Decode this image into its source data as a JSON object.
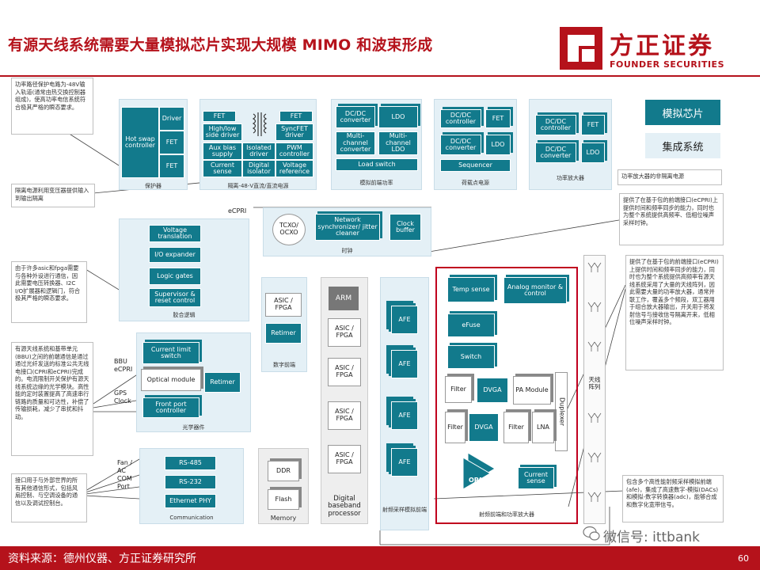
{
  "header": {
    "title": "有源天线系统需要大量模拟芯片实现大规模  MIMO 和波束形成",
    "logo_cn": "方正证券",
    "logo_en": "FOUNDER SECURITIES"
  },
  "legend": {
    "analog": "模拟芯片",
    "integrated": "集成系统"
  },
  "groups": {
    "protect": {
      "hot_swap": "Hot swap controller",
      "driver": "Driver",
      "fet1": "FET",
      "fet2": "FET",
      "label": "保护器"
    },
    "isolate": {
      "fet_l": "FET",
      "fet_r": "FET",
      "hl_driver": "High/low side driver",
      "sync_driver": "SyncFET driver",
      "aux": "Aux bias supply",
      "iso_driver": "Isolated driver",
      "pwm": "PWM controller",
      "current_sense": "Current sense",
      "digital_iso": "Digital isolator",
      "vref": "Voltage reference",
      "label": "隔离-48-V直流/直流电源"
    },
    "analog_fe": {
      "dcdc": "DC/DC converter",
      "ldo1": "LDO",
      "multi_conv": "Multi-channel converter",
      "multi_ldo": "Multi-channel LDO",
      "load_switch": "Load switch",
      "label": "模拟前端功率"
    },
    "pol": {
      "dcdc1": "DC/DC controller",
      "fet": "FET",
      "dcdc2": "DC/DC converter",
      "ldo": "LDO",
      "sequencer": "Sequencer",
      "label": "荷载点电源"
    },
    "pa_power": {
      "dcdc1": "DC/DC controller",
      "fet": "FET",
      "dcdc2": "DC/DC converter",
      "ldo": "LDO",
      "label": "功率放大器"
    },
    "clock": {
      "ecpri": "eCPRI",
      "tcxo": "TCXO/ OCXO",
      "sync": "Network synchronizer/ jitter cleaner",
      "buffer": "Clock buffer",
      "label": "时钟"
    },
    "glue": {
      "vtrans": "Voltage translation",
      "io": "I/O expander",
      "logic": "Logic gates",
      "supervisor": "Supervisor & reset control",
      "label": "胶合逻辑"
    },
    "digital_fe": {
      "asic": "ASIC / FPGA",
      "retimer": "Retimer",
      "label": "数字前端"
    },
    "baseband": {
      "arm": "ARM",
      "asic1": "ASIC / FPGA",
      "asic2": "ASIC / FPGA",
      "asic3": "ASIC / FPGA",
      "asic4": "ASIC / FPGA",
      "label": "Digital baseband processor"
    },
    "afe": {
      "a1": "AFE",
      "a2": "AFE",
      "a3": "AFE",
      "a4": "AFE",
      "label": "射频采样模拟前端"
    },
    "optical": {
      "bbu": "BBU eCPRI",
      "gps": "GPS Clock",
      "climit": "Current limit switch",
      "optical": "Optical module",
      "frontport": "Front port controller",
      "retimer": "Retimer",
      "label": "光学器件"
    },
    "comm": {
      "side": "Fan / AC COM Port",
      "rs485": "RS-485",
      "rs232": "RS-232",
      "eth": "Ethernet PHY",
      "label": "Communication"
    },
    "memory": {
      "ddr": "DDR",
      "flash": "Flash",
      "label": "Memory"
    },
    "rf": {
      "temp": "Temp sense",
      "analog_mon": "Analog monitor & control",
      "efuse": "eFuse",
      "switch": "Switch",
      "filter1": "Filter",
      "dvga1": "DVGA",
      "pa": "PA Module",
      "duplexer": "Duplexer",
      "filter2": "Filter",
      "dvga2": "DVGA",
      "filter3": "Filter",
      "lna": "LNA",
      "opa": "OPA",
      "csense": "Current sense",
      "label": "射频前端和功率放大器"
    },
    "antenna": {
      "label": "天线阵列"
    }
  },
  "notes": {
    "n1": "功率路径保护电路为-48V输入轨道(通常由热交换控制器组成)，使高功率电信系统符合极其严格的瞬态要求。",
    "n2": "隔离电源利用变压器提供输入到输出隔离",
    "n3": "由于许多asic和fpga需要与各种外设进行通信，因此需要电压转换器、I2C I/O扩展器和逻辑门，符合极其严格的瞬态要求。",
    "n4": "有源天线系统和基带单元(BBU)之间的前端通信是通过通过光纤发送的标准公共无线电接口(CPRI和eCPRI)完成的。电流限制开关保护有源天线系统边缘的光学模块。高性能的定时装置提高了高速串行链路的质量和可达性，补偿了传输损耗，减少了串扰和抖动。",
    "n5": "接口用于与外部世界的所有其他通信形式，包括风扇控制、与空调设备的通信以及调试控制台。",
    "n6": "功率放大器的非隔离电源",
    "n7": "提供了在基于包的前端接口(eCPRI)上提供时间和频率同步的能力，同时也为整个系统提供高频率、低相位噪声采样时钟。",
    "n8": "提供了在基于包的前端接口(eCPRI)上提供时间和频率同步的能力，同时也为整个系统提供高频率有源天线系统采用了大量的天线阵列，因此需要大量的功率放大器，通常并联工作，覆盖多个频段，双工器用于组合放大器输出，开关用于将发射信号与接收信号隔离开来，低相位噪声采样时钟。",
    "n9": "包含多个高性能射频采样模拟前端(afe)，集成了高速数字-模拟(DACs)和模拟-数字转换器(adc)，能够合成和数字化宽带信号。"
  },
  "footer": {
    "source": "资料来源：德州仪器、方正证券研究所",
    "page": "60",
    "watermark": "微信号: ittbank"
  }
}
